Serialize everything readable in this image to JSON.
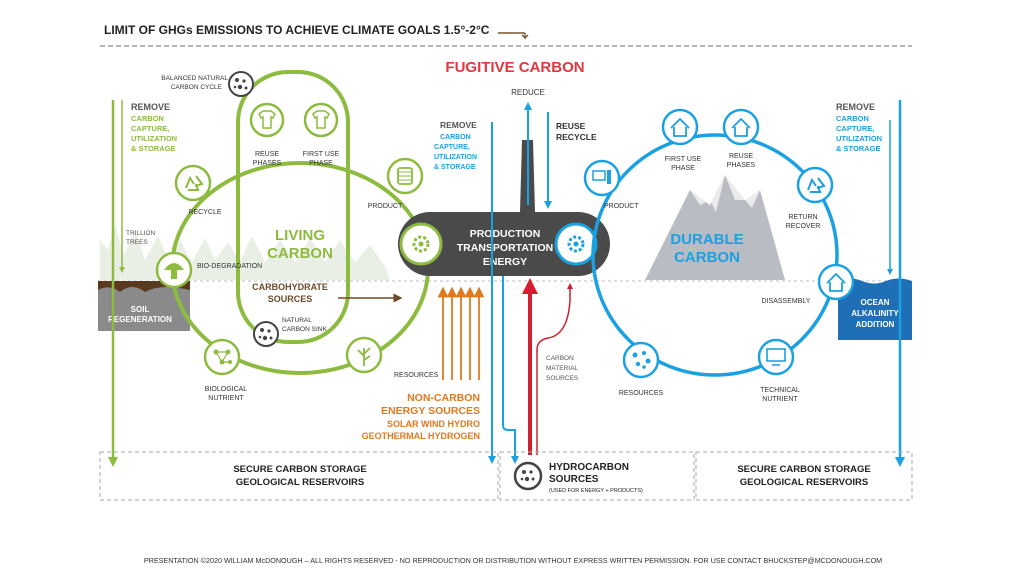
{
  "header": {
    "title": "LIMIT OF GHGs EMISSIONS TO ACHIEVE CLIMATE GOALS 1.5°-2°C"
  },
  "fugitive": "FUGITIVE CARBON",
  "center": {
    "reduce": "REDUCE",
    "reuse": "REUSE",
    "recycle": "RECYCLE",
    "remove": "REMOVE",
    "remove_sub": [
      "CARBON",
      "CAPTURE,",
      "UTILIZATION",
      "& STORAGE"
    ],
    "production": [
      "PRODUCTION",
      "TRANSPORTATION",
      "ENERGY"
    ],
    "carbon_material": [
      "CARBON",
      "MATERIAL",
      "SOURCES"
    ],
    "non_carbon": [
      "NON-CARBON",
      "ENERGY SOURCES"
    ],
    "non_carbon_sub": [
      "SOLAR WIND HYDRO",
      "GEOTHERMAL HYDROGEN"
    ],
    "hydrocarbon": [
      "HYDROCARBON",
      "SOURCES"
    ],
    "hydrocarbon_sub": "(USED FOR ENERGY + PRODUCTS)"
  },
  "left": {
    "remove": "REMOVE",
    "remove_sub": [
      "CARBON",
      "CAPTURE,",
      "UTILIZATION",
      "& STORAGE"
    ],
    "balanced": [
      "BALANCED NATURAL",
      "CARBON CYCLE"
    ],
    "reuse_phases": [
      "REUSE",
      "PHASES"
    ],
    "first_use": [
      "FIRST USE",
      "PHASE"
    ],
    "recycle": "RECYCLE",
    "product": "PRODUCT",
    "trillion": [
      "TRILLION",
      "TREES"
    ],
    "living": [
      "LIVING",
      "CARBON"
    ],
    "biodeg": "BIO-DEGRADATION",
    "carbohydrate": [
      "CARBOHYDRATE",
      "SOURCES"
    ],
    "soil": [
      "SOIL",
      "REGENERATION"
    ],
    "natural_sink": [
      "NATURAL",
      "CARBON SINK"
    ],
    "resources": "RESOURCES",
    "bio_nutrient": [
      "BIOLOGICAL",
      "NUTRIENT"
    ],
    "storage": [
      "SECURE CARBON STORAGE",
      "GEOLOGICAL RESERVOIRS"
    ]
  },
  "right": {
    "remove": "REMOVE",
    "remove_sub": [
      "CARBON",
      "CAPTURE,",
      "UTILIZATION",
      "& STORAGE"
    ],
    "first_use": [
      "FIRST USE",
      "PHASE"
    ],
    "reuse_phases": [
      "REUSE",
      "PHASES"
    ],
    "product": "PRODUCT",
    "return_recover": [
      "RETURN",
      "RECOVER"
    ],
    "durable": [
      "DURABLE",
      "CARBON"
    ],
    "disassembly": "DISASSEMBLY",
    "ocean": [
      "OCEAN",
      "ALKALINITY",
      "ADDITION"
    ],
    "resources": "RESOURCES",
    "tech_nutrient": [
      "TECHNICAL",
      "NUTRIENT"
    ],
    "storage": [
      "SECURE CARBON STORAGE",
      "GEOLOGICAL RESERVOIRS"
    ]
  },
  "footer": "PRESENTATION ©2020 WILLIAM McDONOUGH – ALL RIGHTS RESERVED - NO REPRODUCTION OR DISTRIBUTION WITHOUT EXPRESS WRITTEN PERMISSION. FOR USE CONTACT BHUCKSTEP@MCDONOUGH.COM",
  "colors": {
    "green": "#8dbb3f",
    "blue": "#1ba1e2",
    "red": "#d11f2f",
    "orange": "#e07a1f",
    "dark": "#4a4a4a",
    "brown": "#6b4a2b"
  },
  "icons": {
    "left_cycle": [
      "recycle-icon",
      "tshirt-reuse-icon",
      "tshirt-first-use-icon",
      "product-spool-icon",
      "mushroom-icon",
      "molecule-icon",
      "plant-icon",
      "dots-sink-icon",
      "dots-balanced-icon"
    ],
    "right_cycle": [
      "product-devices-icon",
      "house-first-use-icon",
      "house-reuse-icon",
      "recycle-icon",
      "house-disassembly-icon",
      "computer-icon",
      "dots-resources-icon"
    ],
    "center": [
      "gear-icon",
      "gear-icon",
      "smokestack-icon",
      "dots-hydrocarbon-icon"
    ]
  }
}
